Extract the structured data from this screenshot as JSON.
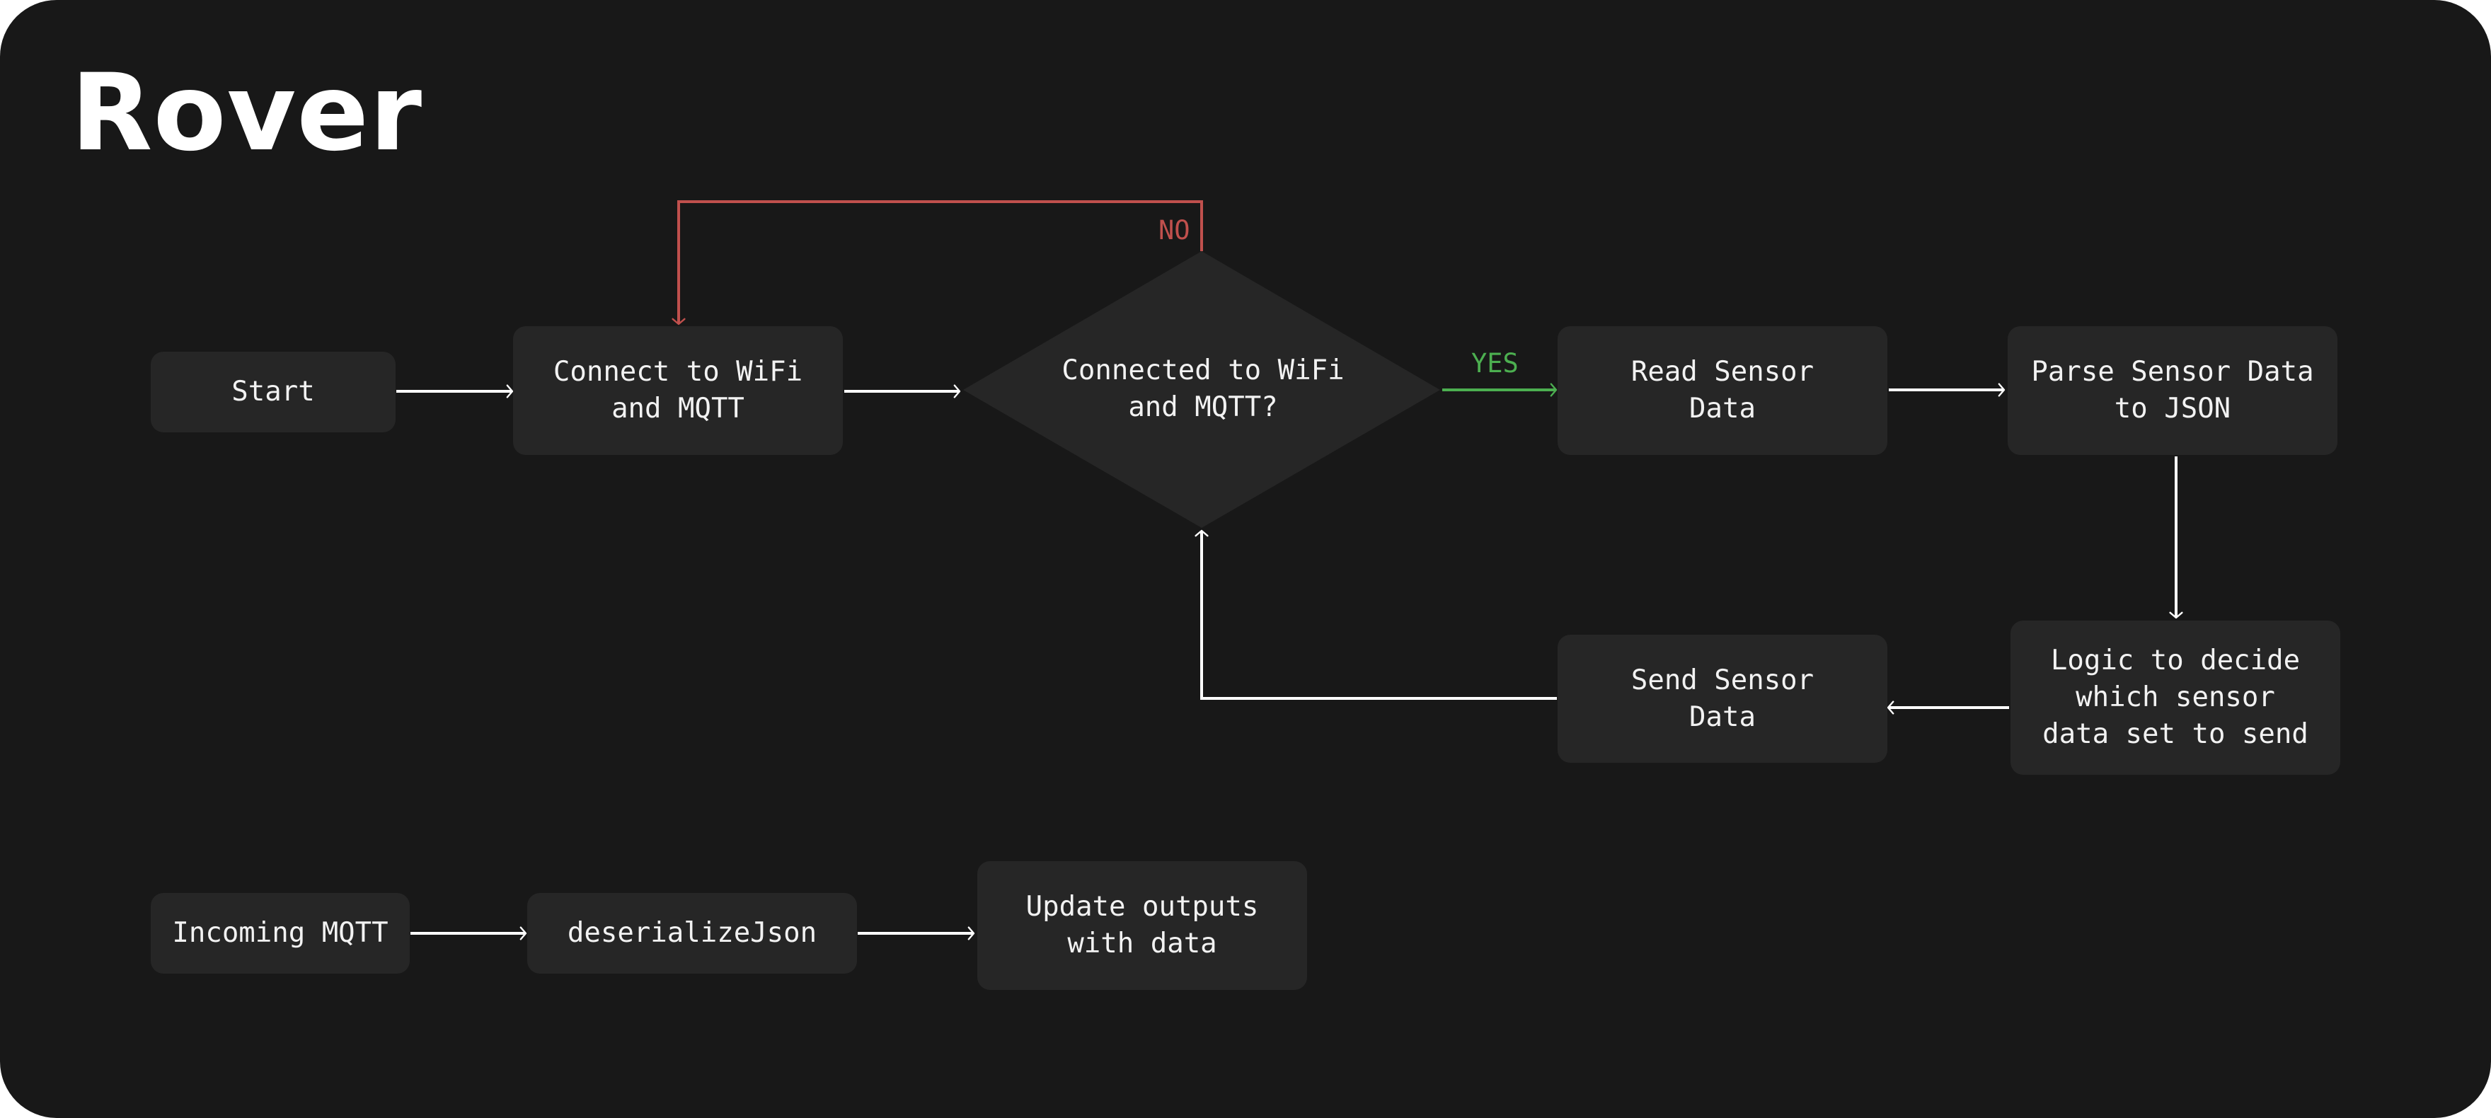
{
  "title": "Rover",
  "colors": {
    "background": "#181818",
    "node_fill": "#262626",
    "text": "#f2f2f2",
    "connector": "#ffffff",
    "no_branch": "#c0504d",
    "yes_branch": "#4caf50"
  },
  "nodes": {
    "start": "Start",
    "connect": "Connect to WiFi\nand MQTT",
    "decision": "Connected to WiFi\nand MQTT?",
    "read": "Read Sensor\nData",
    "parse": "Parse Sensor Data\nto JSON",
    "logic": "Logic to decide\nwhich sensor\ndata set to send",
    "send": "Send Sensor\nData",
    "incoming": "Incoming MQTT",
    "deserialize": "deserializeJson",
    "update": "Update outputs\nwith data"
  },
  "edge_labels": {
    "no": "NO",
    "yes": "YES"
  }
}
